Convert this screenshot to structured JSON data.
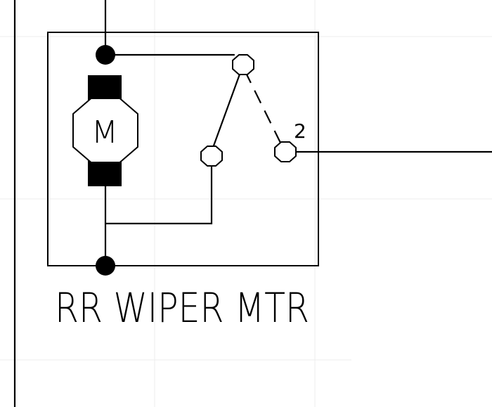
{
  "component": {
    "label": "RR WIPER MTR",
    "motor_symbol": "M",
    "terminal_label": "2"
  }
}
